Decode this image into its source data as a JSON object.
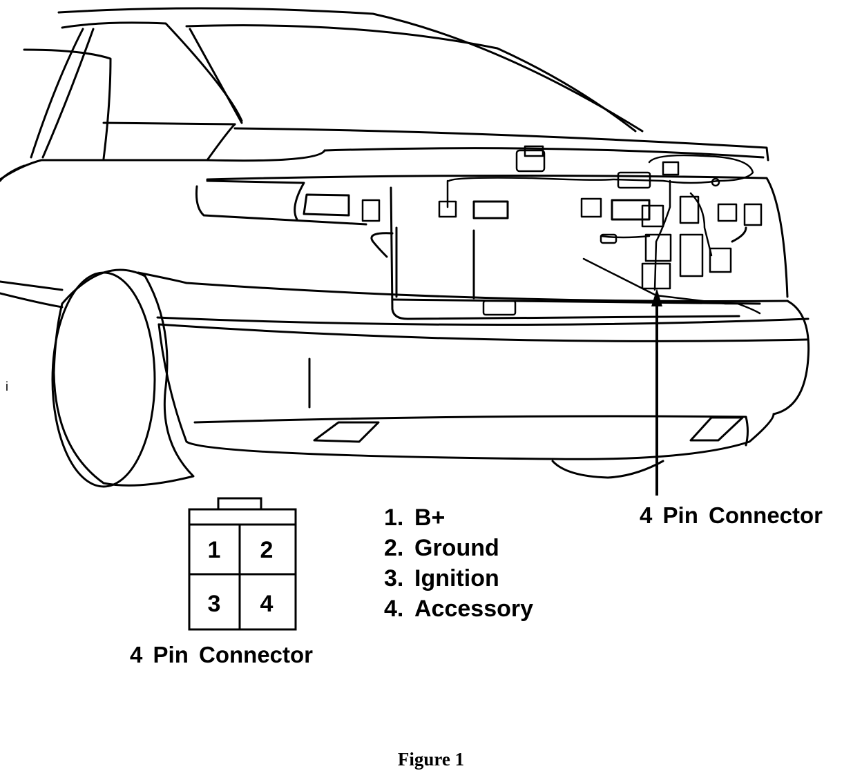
{
  "diagram": {
    "callout_label": "4 Pin Connector",
    "pinout": {
      "title": "4 Pin Connector",
      "cells": [
        "1",
        "2",
        "3",
        "4"
      ]
    },
    "pin_list": [
      {
        "num": "1.",
        "label": "B+"
      },
      {
        "num": "2.",
        "label": "Ground"
      },
      {
        "num": "3.",
        "label": "Ignition"
      },
      {
        "num": "4.",
        "label": "Accessory"
      }
    ],
    "caption": "Figure 1"
  }
}
